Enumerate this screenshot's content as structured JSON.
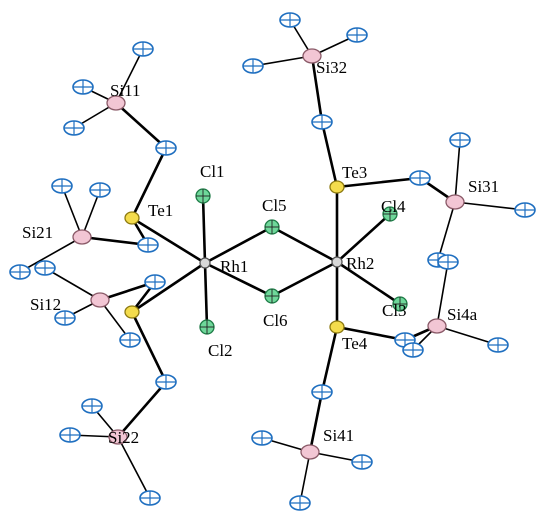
{
  "labels": {
    "si11": "Si11",
    "si12": "Si12",
    "si21": "Si21",
    "si22": "Si22",
    "si31": "Si31",
    "si32": "Si32",
    "si41": "Si41",
    "si4a": "Si4a",
    "te1": "Te1",
    "te3": "Te3",
    "te4": "Te4",
    "rh1": "Rh1",
    "rh2": "Rh2",
    "cl1": "Cl1",
    "cl2": "Cl2",
    "cl3": "Cl3",
    "cl4": "Cl4",
    "cl5": "Cl5",
    "cl6": "Cl6"
  },
  "colors": {
    "carbon": "#1f6fc0",
    "silicon": "#f2c6d4",
    "tellurium": "#f4dc4c",
    "chlorine": "#6fd79a",
    "rhodium": "#d8d8d8"
  }
}
